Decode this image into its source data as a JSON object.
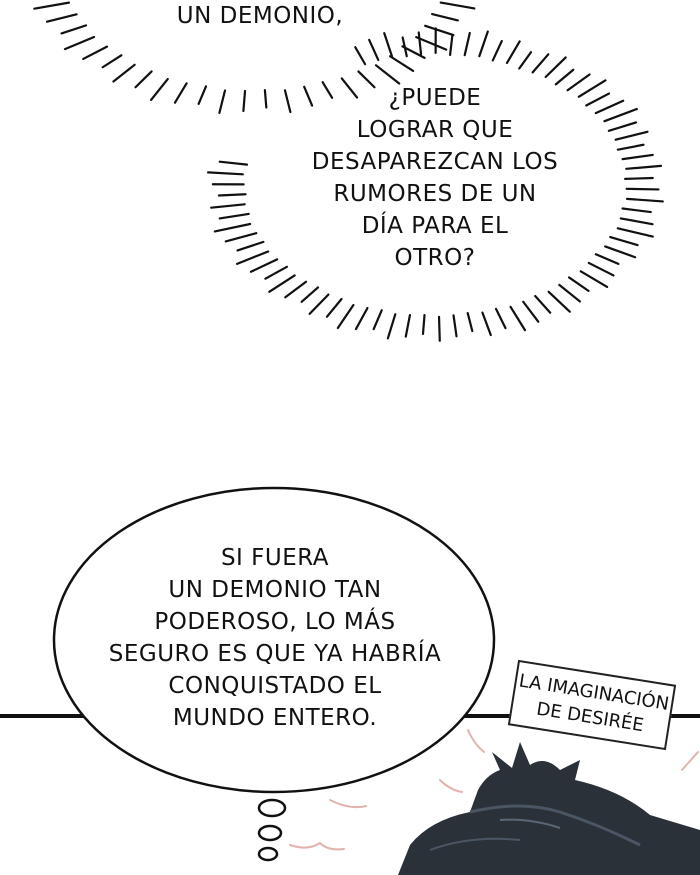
{
  "panel1": {
    "line_top": "UN DEMONIO,",
    "shout_lines": [
      "¿PUEDE",
      "LOGRAR QUE",
      "DESAPAREZCAN LOS",
      "RUMORES DE UN",
      "DÍA PARA EL",
      "OTRO?"
    ]
  },
  "panel2": {
    "thought_lines": [
      "SI FUERA",
      "UN DEMONIO TAN",
      "PODEROSO, LO MÁS",
      "SEGURO ES QUE YA HABRÍA",
      "CONQUISTADO EL",
      "MUNDO ENTERO."
    ],
    "caption_lines": [
      "LA IMAGINACIÓN",
      "DE DESIRÉE"
    ]
  },
  "colors": {
    "ink": "#111111",
    "hair": "#2b3138",
    "scar": "#e2b3ad"
  }
}
